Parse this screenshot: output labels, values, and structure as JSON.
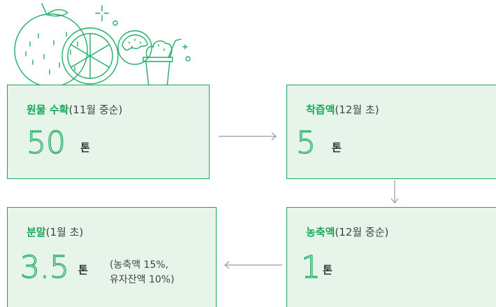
{
  "steps": {
    "raw": {
      "title": "원물 수확",
      "sub": "(11월 중순)",
      "value": "50",
      "unit": "톤"
    },
    "juice": {
      "title": "착즙액",
      "sub": "(12월 초)",
      "value": "5",
      "unit": "톤"
    },
    "concentrate": {
      "title": "농축액",
      "sub": "(12월 중순)",
      "value": "1",
      "unit": "톤"
    },
    "powder": {
      "title": "분말",
      "sub": "(1월 초)",
      "value": "3.5",
      "unit": "톤",
      "note_line1": "(농축액 15%,",
      "note_line2": "유자잔액 10%)"
    }
  },
  "colors": {
    "accent": "#17a85a",
    "box_fill": "#e6f4ea",
    "arrow": "#9a9a9a",
    "illustration": "#1fae63"
  },
  "icons": [
    "citrus-fruit-icon",
    "citrus-slice-icon",
    "cookie-icon",
    "ice-cream-cup-icon",
    "sparkle-icon"
  ]
}
